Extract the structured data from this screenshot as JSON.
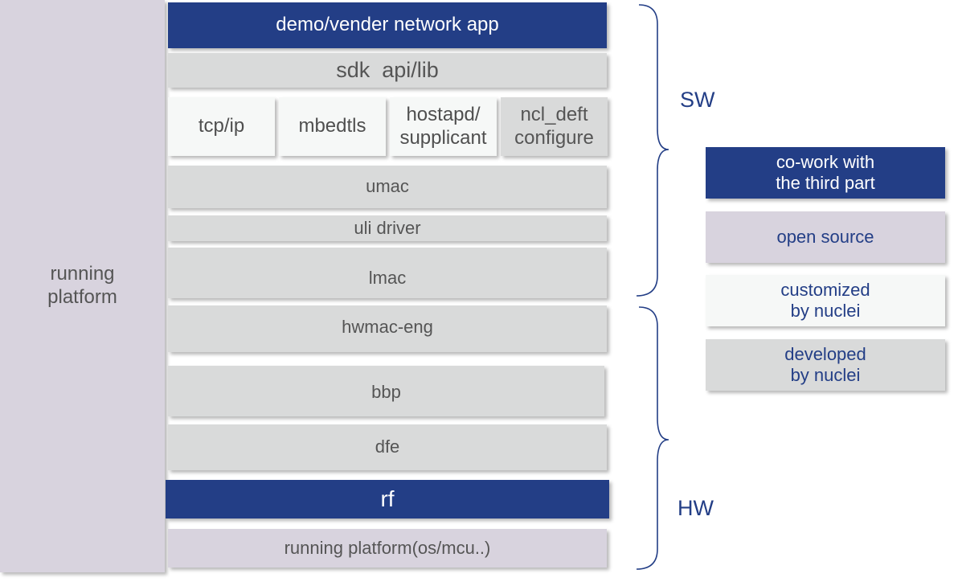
{
  "platform_column": {
    "label": "running\nplatform"
  },
  "stack": {
    "app": "demo/vender network app",
    "sdk": "sdk  api/lib",
    "tcpip": "tcp/ip",
    "mbedtls": "mbedtls",
    "hostapd": "hostapd/\nsupplicant",
    "ncl": "ncl_deft\nconfigure",
    "umac": "umac",
    "uli": "uli driver",
    "lmac": "lmac",
    "hwmac": "hwmac-eng",
    "bbp": "bbp",
    "dfe": "dfe",
    "rf": "rf",
    "platform_bottom": "running platform(os/mcu..)"
  },
  "braces": {
    "sw": "SW",
    "hw": "HW"
  },
  "legend": {
    "cowork": "co-work with\nthe third part",
    "open": "open source",
    "customized": "customized\nby nuclei",
    "developed": "developed\nby nuclei"
  },
  "colors": {
    "navy": "#233e86",
    "lavender": "#d8d3de",
    "grey": "#d9dada",
    "white": "#f6f8f7",
    "text_grey": "#555555"
  }
}
